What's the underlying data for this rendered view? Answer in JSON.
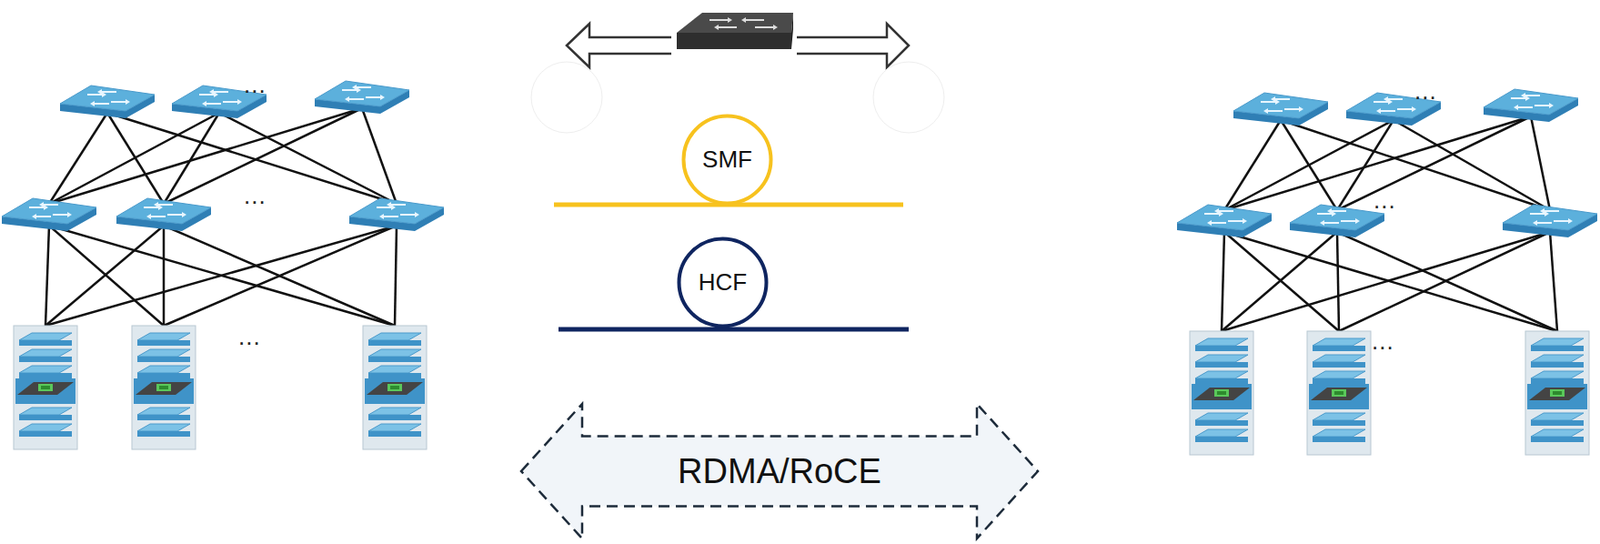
{
  "diagram": {
    "nodes": [
      {
        "text": [
          "SMF"
        ]
      },
      {
        "text": [
          "HCF"
        ]
      },
      {
        "text": [
          "RDMA/RoCE"
        ]
      }
    ],
    "labels": [
      "...",
      "...",
      "...",
      "...",
      "...",
      "..."
    ]
  }
}
